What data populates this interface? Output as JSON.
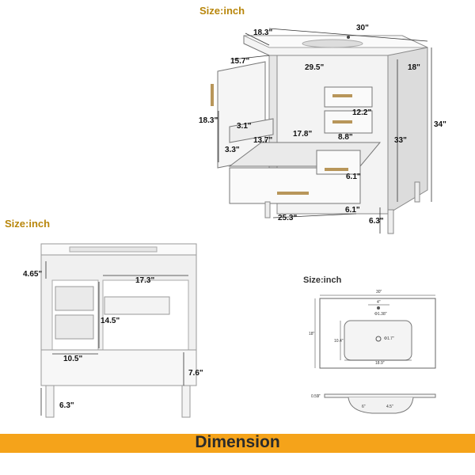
{
  "titles": {
    "size_top": "Size:inch",
    "size_left": "Size:inch",
    "size_sink": "Size:inch"
  },
  "banner": {
    "text": "Dimension"
  },
  "top_view": {
    "dims": {
      "depth_top": "18.3\"",
      "width_top": "30\"",
      "depth_right": "18\"",
      "door_width": "15.7\"",
      "inner_width": "29.5\"",
      "door_height": "18.3\"",
      "small_drawer_h": "12.2\"",
      "shelf_w": "3.1\"",
      "shelf_d": "3.3\"",
      "inner_d1": "13.7\"",
      "inner_d2": "17.8\"",
      "drawer_w": "8.8\"",
      "total_h": "34\"",
      "cab_h": "33\"",
      "drawer_h1": "6.1\"",
      "drawer_h2": "6.1\"",
      "bottom_w": "25.3\"",
      "leg_h": "6.3\""
    }
  },
  "front_view": {
    "dims": {
      "top_h": "4.65\"",
      "open_w": "17.3\"",
      "shelf_h": "14.5\"",
      "left_w": "10.5\"",
      "base_h": "7.6\"",
      "leg_h": "6.3\""
    }
  },
  "sink_view": {
    "dims": {
      "width": "30\"",
      "faucet_spacing": "4\"",
      "faucet_hole": "Φ1.38\"",
      "drain": "Φ1.7\"",
      "depth": "18\"",
      "basin_d": "10.4\"",
      "basin_w": "18.9\"",
      "thickness": "0.59\"",
      "bowl_depth": "6\"",
      "bowl_inner": "4.5\""
    }
  },
  "colors": {
    "accent": "#b8860b",
    "banner": "#f5a31a",
    "cabinet": "#f2f2f2",
    "line": "#555555"
  }
}
